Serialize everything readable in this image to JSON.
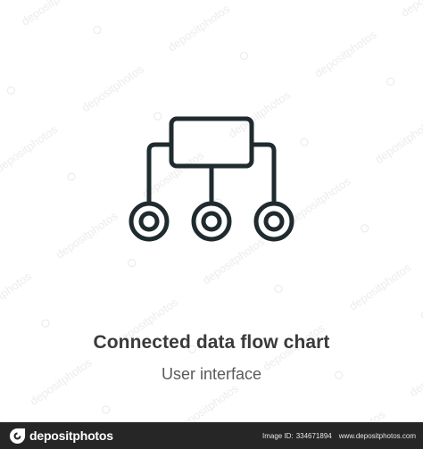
{
  "illustration": {
    "icon": "connected-data-flow-chart-icon",
    "stroke_color": "#1f2b2f"
  },
  "caption": {
    "title": "Connected data flow chart",
    "subtitle": "User interface"
  },
  "watermark": {
    "text": "depositphotos"
  },
  "footer": {
    "brand": "depositphotos",
    "image_id_label": "Image ID:",
    "image_id": "334671894",
    "site": "www.depositphotos.com",
    "background": "#262626"
  }
}
